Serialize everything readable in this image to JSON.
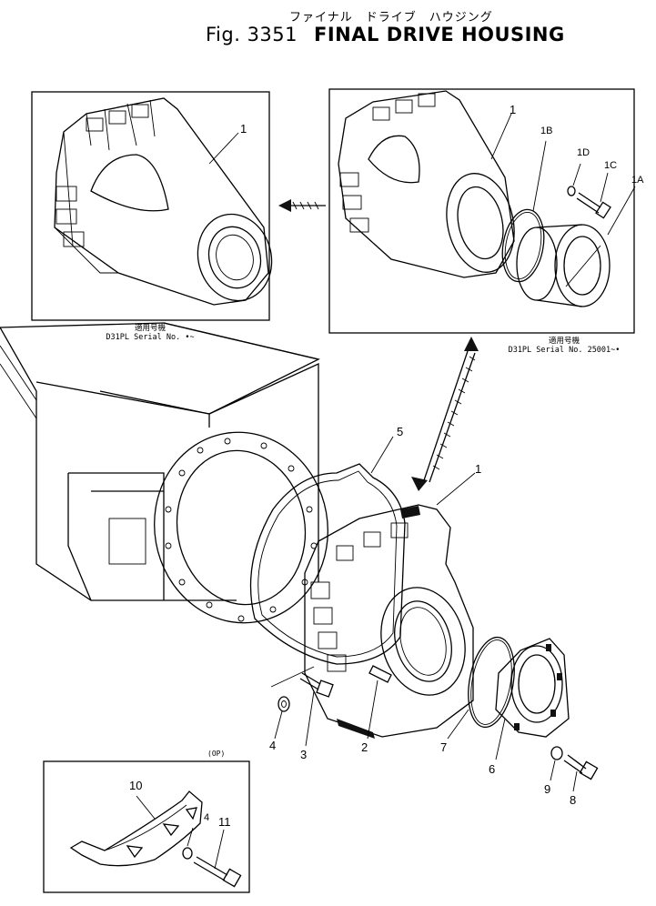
{
  "header": {
    "title_jp": "ファイナル　ドライブ　ハウジング",
    "fig_label": "Fig. 3351",
    "title_en": "FINAL DRIVE HOUSING"
  },
  "insets": {
    "left": {
      "serial_jp": "適用号機",
      "serial_text": "D31PL Serial No. •~"
    },
    "right": {
      "serial_jp": "適用号機",
      "serial_text": "D31PL Serial No. 25001~•"
    },
    "bottom": {
      "option_label": "(OP)"
    }
  },
  "callouts": {
    "left_1": "1",
    "right_1": "1",
    "right_1B": "1B",
    "right_1D": "1D",
    "right_1C": "1C",
    "right_1A": "1A",
    "main_5": "5",
    "main_1": "1",
    "main_4": "4",
    "main_3": "3",
    "main_2": "2",
    "main_7": "7",
    "main_6": "6",
    "main_9": "9",
    "main_8": "8",
    "op_10": "10",
    "op_4": "4",
    "op_11": "11"
  }
}
